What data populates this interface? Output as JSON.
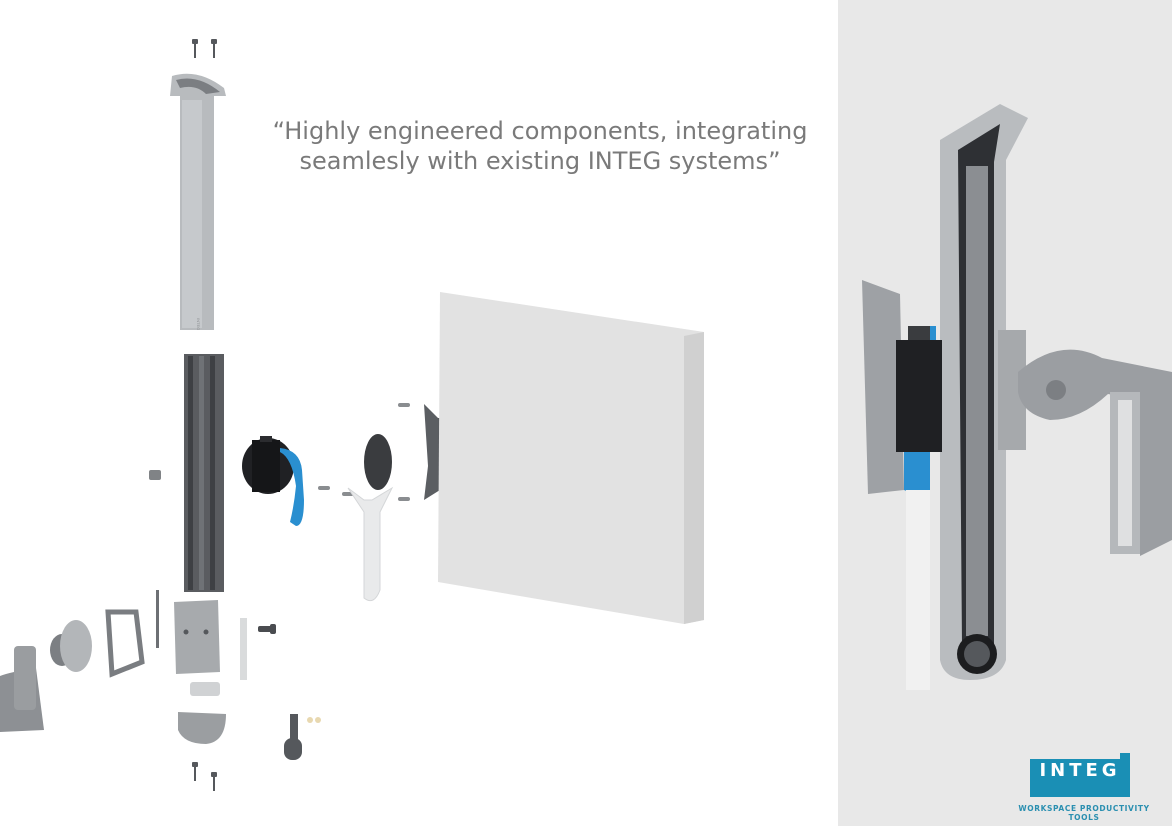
{
  "quote": {
    "line1": "“Highly engineered components, integrating",
    "line2": "seamlesly with existing INTEG systems”"
  },
  "brand": {
    "name": "INTEG",
    "tagline": "WORKSPACE PRODUCTIVITY TOOLS",
    "pole_marking": "INTEG",
    "color": "#1a8fb5"
  },
  "colors": {
    "accent_blue": "#2a8fd0",
    "panel_grey": "#e8e8e8",
    "metal_dark": "#4a4c50",
    "metal_light": "#b9bcbf"
  },
  "icons": [
    "exploded-assembly-illustration",
    "assembled-cross-section-illustration",
    "integ-logo"
  ]
}
